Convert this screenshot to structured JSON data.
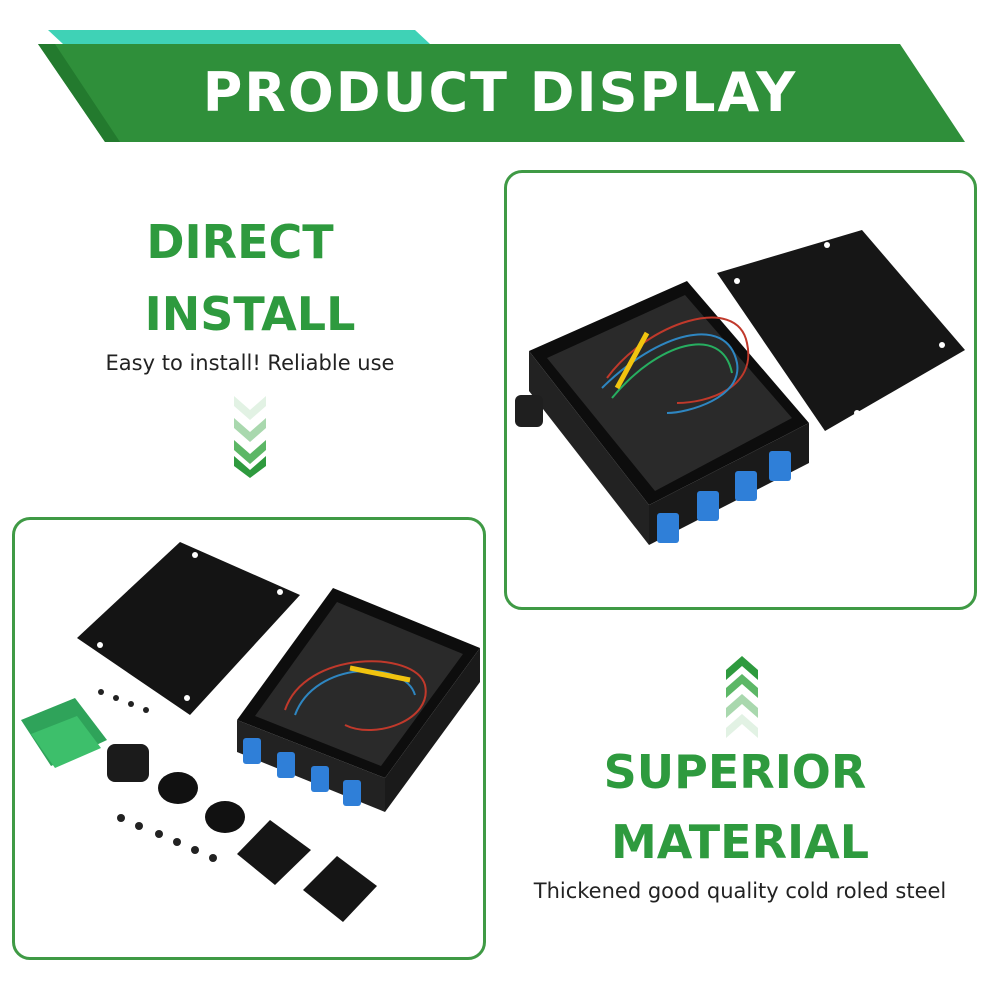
{
  "banner": {
    "title": "PRODUCT DISPLAY"
  },
  "direct_install": {
    "line1": "DIRECT",
    "line2": "INSTALL",
    "subtitle": "Easy to install! Reliable use"
  },
  "superior_material": {
    "line1": "SUPERIOR",
    "line2": "MATERIAL",
    "subtitle": "Thickened good quality cold roled steel"
  },
  "colors": {
    "brand_green": "#2e9a3e",
    "banner_green": "#2f8f3a",
    "banner_accent": "#3fd2b6",
    "frame_green": "#3f9a45",
    "adapter_blue": "#2f7fd8",
    "box_black": "#111111"
  }
}
